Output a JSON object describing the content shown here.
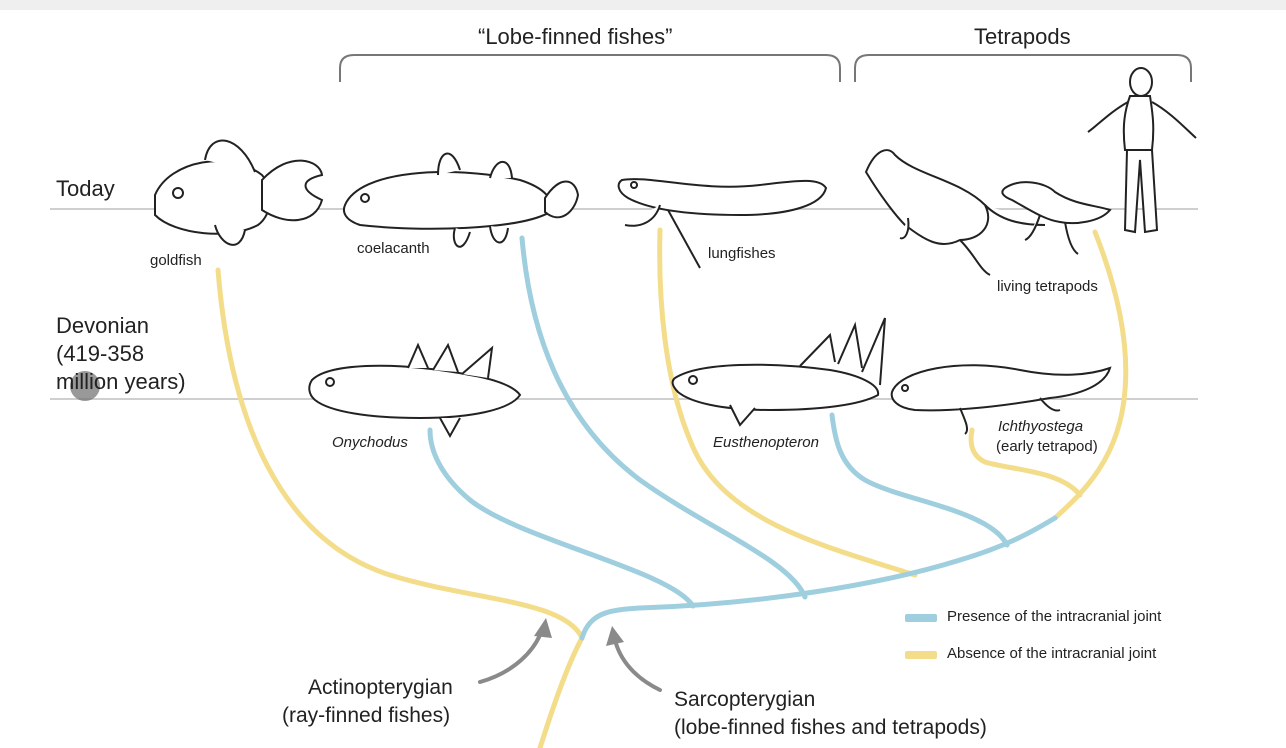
{
  "clades": {
    "lobe_finned": "“Lobe-finned fishes”",
    "tetrapods": "Tetrapods"
  },
  "eras": {
    "today": "Today",
    "devonian_line1": "Devonian",
    "devonian_line2": "(419-358",
    "devonian_line3": "million years)"
  },
  "taxa": {
    "goldfish": "goldfish",
    "coelacanth": "coelacanth",
    "lungfishes": "lungfishes",
    "living_tetrapods": "living tetrapods",
    "onychodus": "Onychodus",
    "eusthenopteron": "Eusthenopteron",
    "ichthyostega": "Ichthyostega",
    "ichthyostega_note": "(early tetrapod)"
  },
  "groups": {
    "actino_line1": "Actinopterygian",
    "actino_line2": "(ray-finned fishes)",
    "sarco_line1": "Sarcopterygian",
    "sarco_line2": "(lobe-finned fishes and tetrapods)"
  },
  "legend": {
    "presence": "Presence of the intracranial joint",
    "absence": "Absence of the intracranial joint"
  },
  "colors": {
    "presence": "#9fcfde",
    "absence": "#f3dd8a",
    "timeline": "#cfcfcf",
    "arrow": "#8a8a8a"
  }
}
